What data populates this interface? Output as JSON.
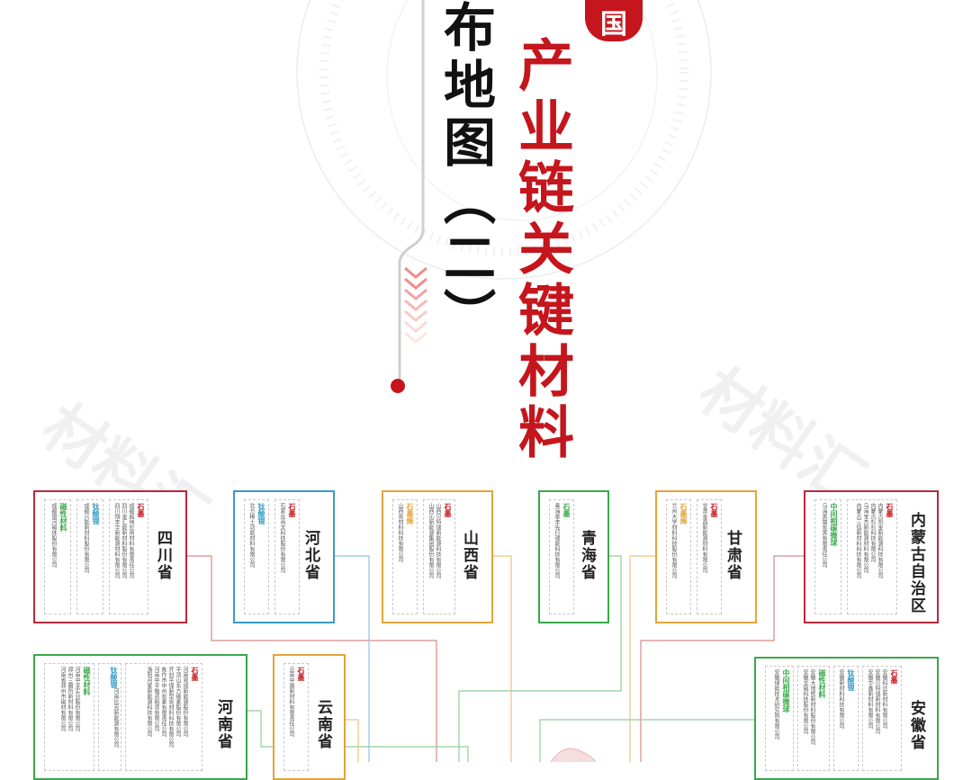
{
  "header": {
    "badge_text": "国",
    "title_line1": "产业链关键材料",
    "title_line2": "布地图（二）",
    "accent_color": "#c4161c"
  },
  "watermark": {
    "text": "材料汇"
  },
  "provinces": [
    {
      "name": "四川省",
      "color": "#b8283a",
      "groups": [
        {
          "category": "石墨",
          "companies": [
            "成都超纯应用材料有限责任公司",
            "四川金汇能新材料股份有限公司",
            "四川翔丰华新能源材料有限公司"
          ]
        },
        {
          "category": "钛酸锂",
          "companies": [
            "成都兴能新材料股份有限公司"
          ]
        },
        {
          "category": "磁性材料",
          "companies": [
            "成都银河磁体股份有限公司"
          ]
        }
      ]
    },
    {
      "name": "河北省",
      "color": "#3a9bc4",
      "groups": [
        {
          "category": "石墨",
          "companies": [
            "石家庄尚太科技股份有限公司"
          ]
        },
        {
          "category": "钛酸锂",
          "companies": [
            "北方稀土功能材料有限公司"
          ]
        }
      ]
    },
    {
      "name": "山西省",
      "color": "#e3a43a",
      "groups": [
        {
          "category": "石墨",
          "companies": [
            "山西贝特瑞新能源科技有限公司",
            "山西沁新能源集团股份有限公司"
          ]
        },
        {
          "category": "石墨烯",
          "companies": [
            "山西炭材料科技有限公司"
          ]
        }
      ]
    },
    {
      "name": "青海省",
      "color": "#3aa84a",
      "groups": [
        {
          "category": "石墨",
          "companies": [
            "青海泰丰先行锂能科技有限公司"
          ]
        }
      ]
    },
    {
      "name": "甘肃省",
      "color": "#e3a43a",
      "groups": [
        {
          "category": "石墨",
          "companies": [
            "甘肃金昌新能源材料有限公司"
          ]
        },
        {
          "category": "石墨烯",
          "companies": [
            "兰州大学材料科技股份有限公司"
          ]
        }
      ]
    },
    {
      "name": "内蒙古自治区",
      "color": "#b8283a",
      "groups": [
        {
          "category": "石墨",
          "companies": [
            "内蒙古凯金新能源科技有限公司",
            "内蒙古杉杉科技有限公司",
            "乌海宝杰新能源材料有限公司",
            "内蒙古三信新材料科技有限公司"
          ]
        },
        {
          "category": "中间相碳微球",
          "companies": [
            "乌海黑猫炭黑有限责任公司"
          ]
        }
      ]
    },
    {
      "name": "河南省",
      "color": "#3aa84a",
      "groups": [
        {
          "category": "石墨",
          "companies": [
            "河南易成新能源股份有限公司",
            "平顶山东方碳素股份有限公司",
            "开封平煤新型炭材料科技有限公司",
            "焦作市中州炭素有限责任公司",
            "河南中平融资租赁有限公司",
            "洛阳月星新能源科技有限公司"
          ]
        },
        {
          "category": "钛酸锂",
          "companies": [
            "河南比克新能源有限公司"
          ]
        },
        {
          "category": "磁性材料",
          "companies": [
            "河南中孚实业股份有限公司",
            "郑州三磨所新材料有限公司",
            "河南省郑州市磁材有限公司"
          ]
        }
      ]
    },
    {
      "name": "云南省",
      "color": "#e3a43a",
      "groups": [
        {
          "category": "石墨",
          "companies": [
            "云南中晟新材料有限责任公司"
          ]
        }
      ]
    },
    {
      "name": "安徽省",
      "color": "#3aa84a",
      "groups": [
        {
          "category": "石墨",
          "companies": [
            "安徽科达新材料有限公司",
            "安徽贝特瑞新材料有限公司",
            "安徽华鑫新材料有限公司"
          ]
        },
        {
          "category": "钛酸锂",
          "companies": [
            "安徽新材料科技有限公司"
          ]
        },
        {
          "category": "磁性材料",
          "companies": [
            "安徽大地熊新材料股份有限公司",
            "安徽龙磁科技股份有限公司"
          ]
        },
        {
          "category": "中间相碳微球",
          "companies": [
            "安徽绿能技术研究院有限公司"
          ]
        }
      ]
    }
  ]
}
